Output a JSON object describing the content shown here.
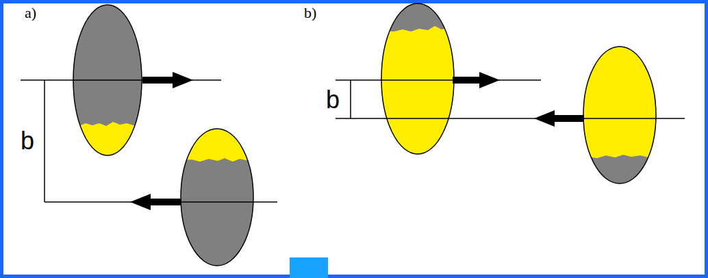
{
  "diagram": {
    "labels": [
      "a)",
      "b)",
      "b",
      "b"
    ]
  }
}
